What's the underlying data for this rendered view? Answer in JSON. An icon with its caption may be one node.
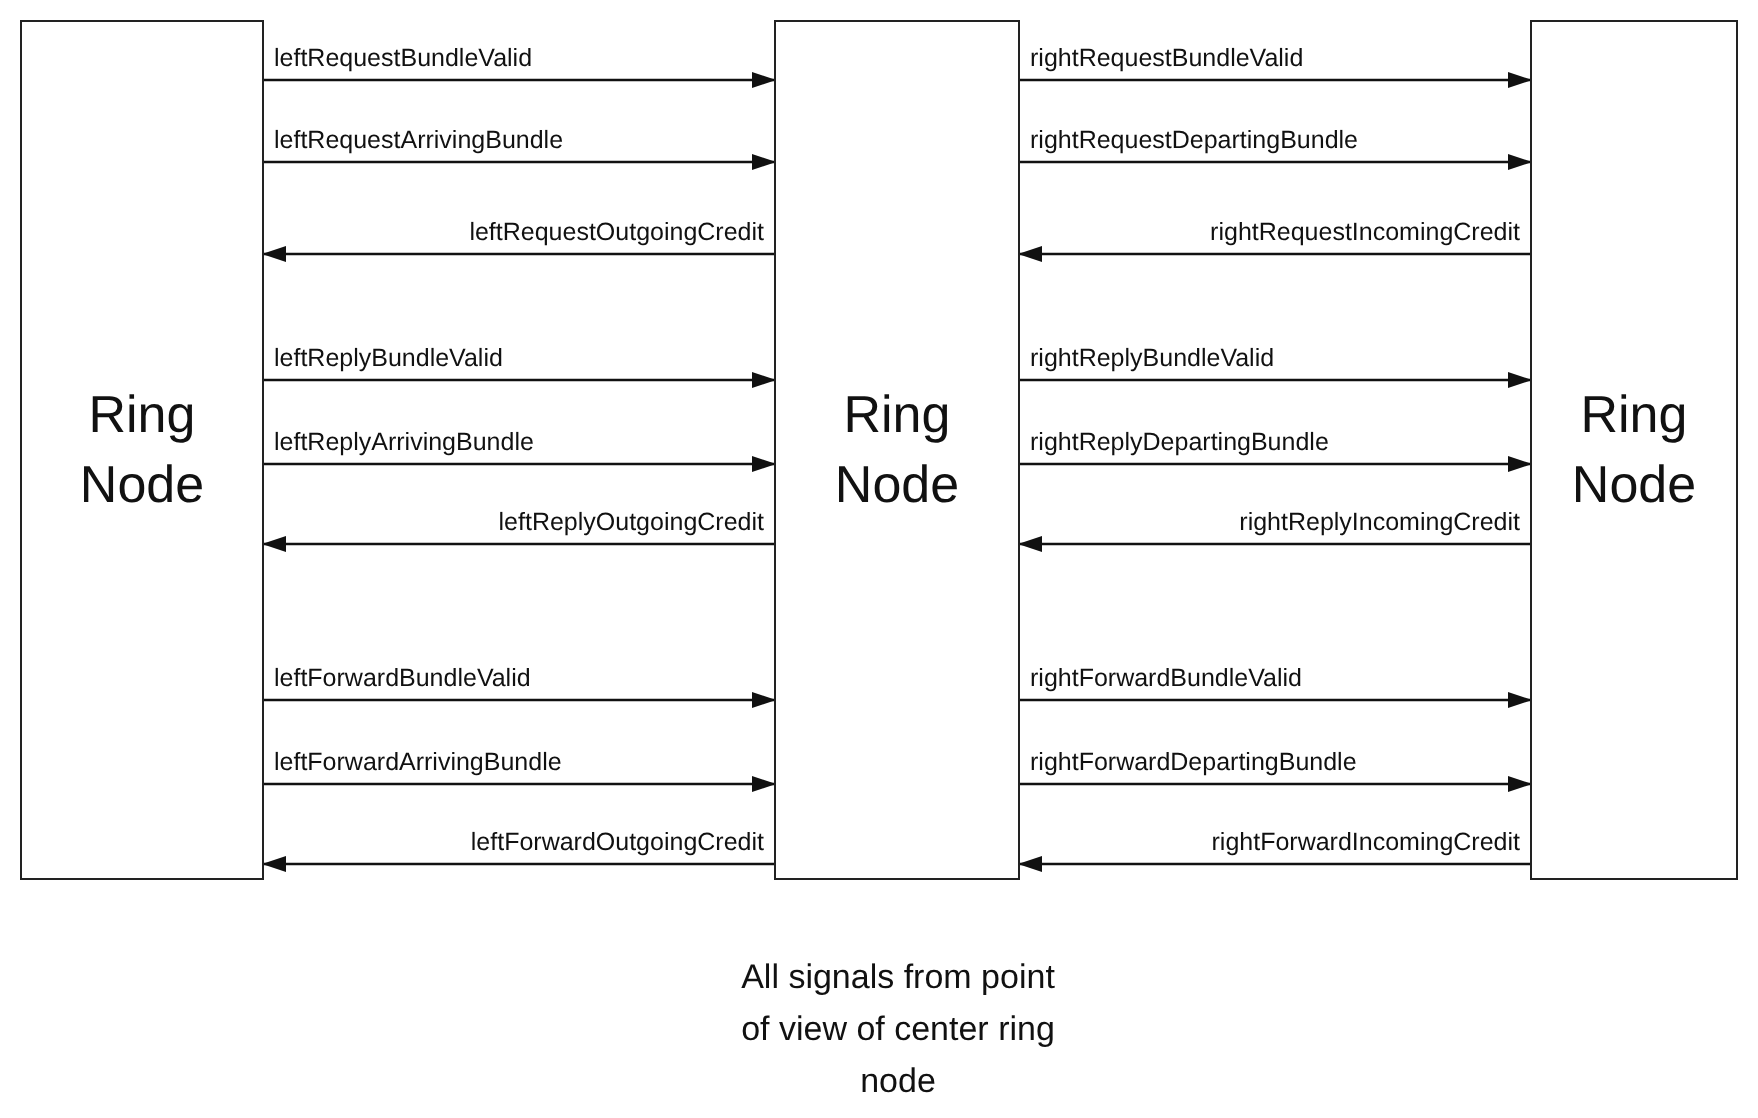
{
  "diagram": {
    "caption": "All signals from point of view of center ring node",
    "nodes": [
      {
        "text": [
          "Ring Node"
        ]
      },
      {
        "text": [
          "Ring Node"
        ]
      },
      {
        "text": [
          "Ring Node"
        ]
      }
    ],
    "edges": [
      {
        "from": 0,
        "to": 1,
        "arrow": "to",
        "label": "leftRequestBundleValid"
      },
      {
        "from": 0,
        "to": 1,
        "arrow": "to",
        "label": "leftRequestArrivingBundle"
      },
      {
        "from": 1,
        "to": 0,
        "arrow": "to",
        "label": "leftRequestOutgoingCredit"
      },
      {
        "from": 0,
        "to": 1,
        "arrow": "to",
        "label": "leftReplyBundleValid"
      },
      {
        "from": 0,
        "to": 1,
        "arrow": "to",
        "label": "leftReplyArrivingBundle"
      },
      {
        "from": 1,
        "to": 0,
        "arrow": "to",
        "label": "leftReplyOutgoingCredit"
      },
      {
        "from": 0,
        "to": 1,
        "arrow": "to",
        "label": "leftForwardBundleValid"
      },
      {
        "from": 0,
        "to": 1,
        "arrow": "to",
        "label": "leftForwardArrivingBundle"
      },
      {
        "from": 1,
        "to": 0,
        "arrow": "to",
        "label": "leftForwardOutgoingCredit"
      },
      {
        "from": 1,
        "to": 2,
        "arrow": "to",
        "label": "rightRequestBundleValid"
      },
      {
        "from": 1,
        "to": 2,
        "arrow": "to",
        "label": "rightRequestDepartingBundle"
      },
      {
        "from": 2,
        "to": 1,
        "arrow": "to",
        "label": "rightRequestIncomingCredit"
      },
      {
        "from": 1,
        "to": 2,
        "arrow": "to",
        "label": "rightReplyBundleValid"
      },
      {
        "from": 1,
        "to": 2,
        "arrow": "to",
        "label": "rightReplyDepartingBundle"
      },
      {
        "from": 2,
        "to": 1,
        "arrow": "to",
        "label": "rightReplyIncomingCredit"
      },
      {
        "from": 1,
        "to": 2,
        "arrow": "to",
        "label": "rightForwardBundleValid"
      },
      {
        "from": 1,
        "to": 2,
        "arrow": "to",
        "label": "rightForwardDepartingBundle"
      },
      {
        "from": 2,
        "to": 1,
        "arrow": "to",
        "label": "rightForwardIncomingCredit"
      }
    ]
  }
}
